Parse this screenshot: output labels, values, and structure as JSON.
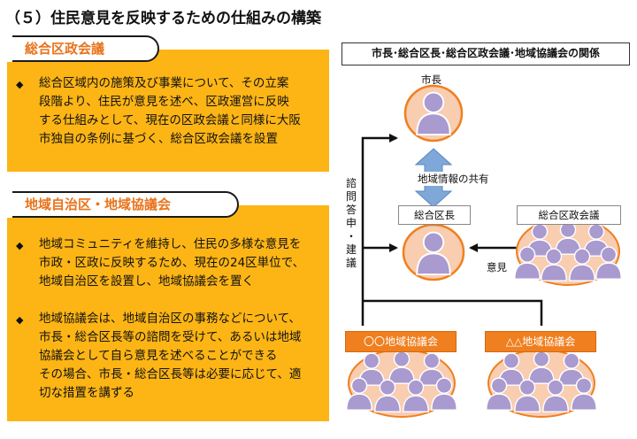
{
  "page_title": "（５）住民意見を反映するための仕組みの構築",
  "section1": {
    "heading": "総合区政会議",
    "bullets": [
      [
        "総合区域内の施策及び事業について、その立案",
        "段階より、住民が意見を述べ、区政運営に反映",
        "する仕組みとして、現在の区政会議と同様に大阪",
        "市独自の条例に基づく、総合区政会議を設置"
      ]
    ]
  },
  "section2": {
    "heading": "地域自治区・地域協議会",
    "bullets": [
      [
        "地域コミュニティを維持し、住民の多様な意見を",
        "市政・区政に反映するため、現在の24区単位で、",
        "地域自治区を設置し、地域協議会を置く"
      ],
      [
        "地域協議会は、地域自治区の事務などについて、",
        "市長・総合区長等の諮問を受けて、あるいは地域",
        "協議会として自ら意見を述べることができる",
        "その場合、市長・総合区長等は必要に応じて、適",
        "切な措置を講ずる"
      ]
    ]
  },
  "diagram": {
    "title": "市長･総合区長･総合区政会議･地域協議会の関係",
    "mayor": "市長",
    "info_share": "地域情報の共有",
    "ward_head": "総合区長",
    "council": "総合区政会議",
    "opinion": "意見",
    "consult_chars": [
      "諮",
      "問",
      "答",
      "申",
      "・",
      "建",
      "議"
    ],
    "assoc1": "〇〇地域協議会",
    "assoc2": "△△地域協議会"
  },
  "colors": {
    "accent_orange": "#f07f1f",
    "box_yellow": "#fdb515",
    "person_purple": "#a99ad0",
    "halo_peach": "#f8cdb0",
    "arrow_blue": "#7fa8d8"
  }
}
